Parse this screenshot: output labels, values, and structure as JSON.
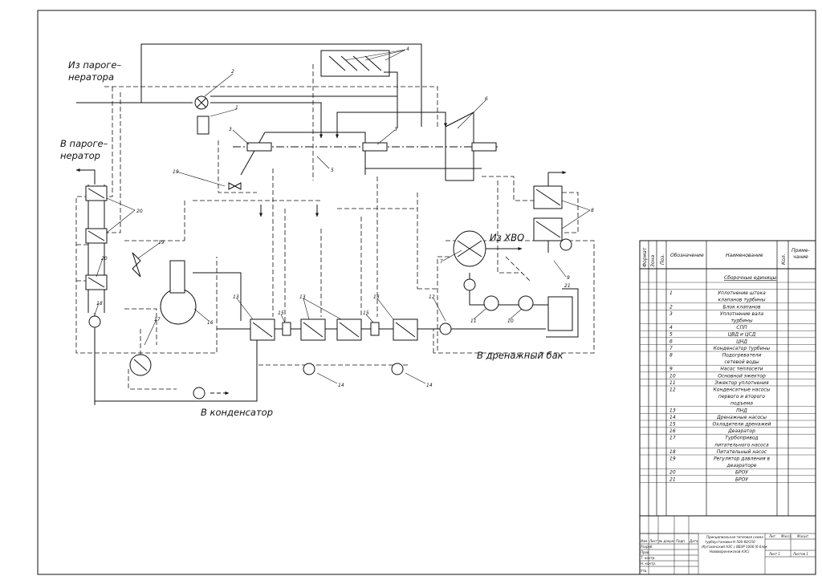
{
  "labels": {
    "from_sg": "Из пароге–",
    "from_sg_2": "нератора",
    "to_sg": "В пароге–",
    "to_sg_2": "нератор",
    "from_hvo": "Из ХВО",
    "to_drain_tank": "В дренажный бак",
    "to_condenser": "В конденсатор"
  },
  "position_numbers": [
    "1",
    "2",
    "3",
    "3",
    "4",
    "5",
    "6",
    "7",
    "8",
    "9",
    "10",
    "11",
    "12",
    "13",
    "13",
    "13",
    "14",
    "14",
    "15",
    "15",
    "16",
    "17",
    "18",
    "19",
    "19",
    "20",
    "20",
    "21"
  ],
  "spec": {
    "headers": {
      "format": "Формат",
      "zone": "Зона",
      "pos": "Поз.",
      "designation": "Обозначение",
      "name": "Наименование",
      "qty": "Кол.",
      "note_1": "Приме-",
      "note_2": "чание"
    },
    "section_title": "Сборочные единицы",
    "rows": [
      {
        "pos": "1",
        "name": [
          "Уплотнение штока",
          "клапанов турбины"
        ]
      },
      {
        "pos": "2",
        "name": [
          "Блок клапанов"
        ]
      },
      {
        "pos": "3",
        "name": [
          "Уплотнение вала",
          "турбины"
        ]
      },
      {
        "pos": "4",
        "name": [
          "СПП"
        ]
      },
      {
        "pos": "5",
        "name": [
          "ЦВД и ЦСД"
        ]
      },
      {
        "pos": "6",
        "name": [
          "ЦНД"
        ]
      },
      {
        "pos": "7",
        "name": [
          "Конденсатор турбины"
        ]
      },
      {
        "pos": "8",
        "name": [
          "Подогреватели",
          "сетевой воды"
        ]
      },
      {
        "pos": "9",
        "name": [
          "Насос теплосети"
        ]
      },
      {
        "pos": "10",
        "name": [
          "Основной эжектор"
        ]
      },
      {
        "pos": "11",
        "name": [
          "Эжектор уплотнения"
        ]
      },
      {
        "pos": "12",
        "name": [
          "Конденсатные насосы",
          "первого и второго",
          "подъема"
        ]
      },
      {
        "pos": "13",
        "name": [
          "ПНД"
        ]
      },
      {
        "pos": "14",
        "name": [
          "Дренажные насосы"
        ]
      },
      {
        "pos": "15",
        "name": [
          "Охладители дренажей"
        ]
      },
      {
        "pos": "16",
        "name": [
          "Деаэратор"
        ]
      },
      {
        "pos": "17",
        "name": [
          "Турбопривод",
          "питательного насоса"
        ]
      },
      {
        "pos": "18",
        "name": [
          "Питательный насос"
        ]
      },
      {
        "pos": "19",
        "name": [
          "Регулятор давления в",
          "деаэраторе"
        ]
      },
      {
        "pos": "20",
        "name": [
          "БРОУ"
        ]
      },
      {
        "pos": "21",
        "name": [
          "БРОУ"
        ]
      }
    ]
  },
  "title_block": {
    "doc_title": [
      "Принципиальная тепловая схема",
      "турбоустановки К-500-60/150",
      "(Кутахенский АЭС с ВВЭР 1000 (6 блок",
      "Нововоронежской АЭС)"
    ],
    "cols": [
      "Изм",
      "Лист",
      "№ докум.",
      "Подп.",
      "Дата"
    ],
    "roles": [
      "Разраб.",
      "Пров.",
      "Т. контр.",
      "Н. контр.",
      "Утв."
    ],
    "lit": "Лит.",
    "mass": "Масса",
    "scale": "Масшт.",
    "sheet": "Лист 1",
    "sheets": "Листов 1"
  }
}
